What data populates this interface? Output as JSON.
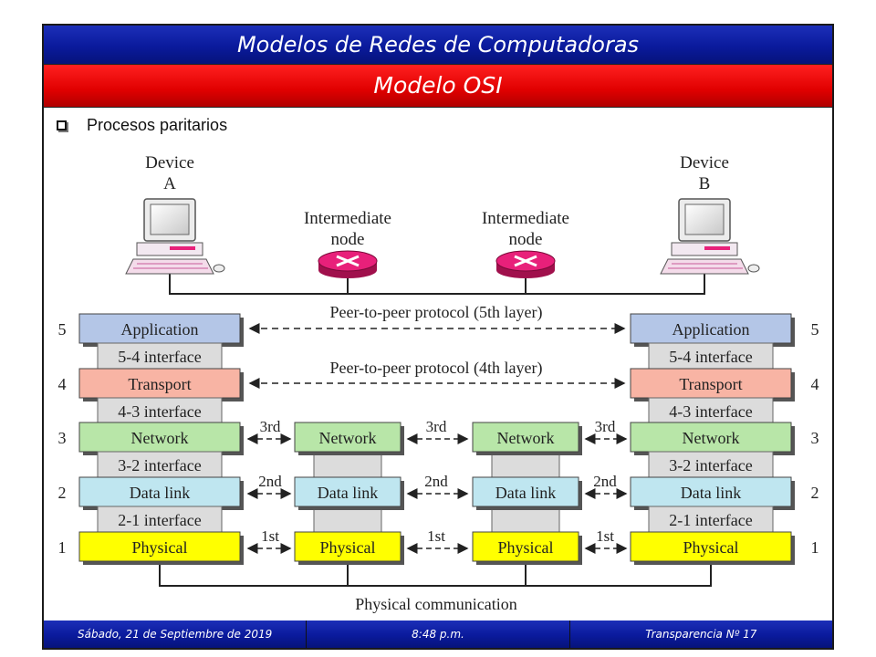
{
  "header": {
    "title": "Modelos de Redes de Computadoras",
    "subtitle": "Modelo OSI"
  },
  "bullet": {
    "text": "Procesos paritarios"
  },
  "diagram": {
    "device_a": {
      "line1": "Device",
      "line2": "A"
    },
    "device_b": {
      "line1": "Device",
      "line2": "B"
    },
    "intermediate_label": {
      "line1": "Intermediate",
      "line2": "node"
    },
    "peer_protocol_5": "Peer-to-peer protocol (5th layer)",
    "peer_protocol_4": "Peer-to-peer protocol (4th layer)",
    "layers": {
      "application": "Application",
      "transport": "Transport",
      "network": "Network",
      "data_link": "Data link",
      "physical": "Physical"
    },
    "interfaces": {
      "i54": "5-4 interface",
      "i43": "4-3 interface",
      "i32": "3-2 interface",
      "i21": "2-1 interface"
    },
    "layer_numbers": [
      "5",
      "4",
      "3",
      "2",
      "1"
    ],
    "hop_labels": {
      "third": "3rd",
      "second": "2nd",
      "first": "1st"
    },
    "physical_communication": "Physical communication",
    "colors": {
      "application": "#b4c6e7",
      "transport": "#f8b4a4",
      "network": "#b8e6a8",
      "data_link": "#bfe6f0",
      "physical": "#ffff00",
      "interface": "#dcdcdc",
      "router": "#e8207a"
    }
  },
  "footer": {
    "date": "Sábado, 21 de Septiembre de 2019",
    "time": "8:48 p.m.",
    "slide": "Transparencia Nº 17"
  }
}
